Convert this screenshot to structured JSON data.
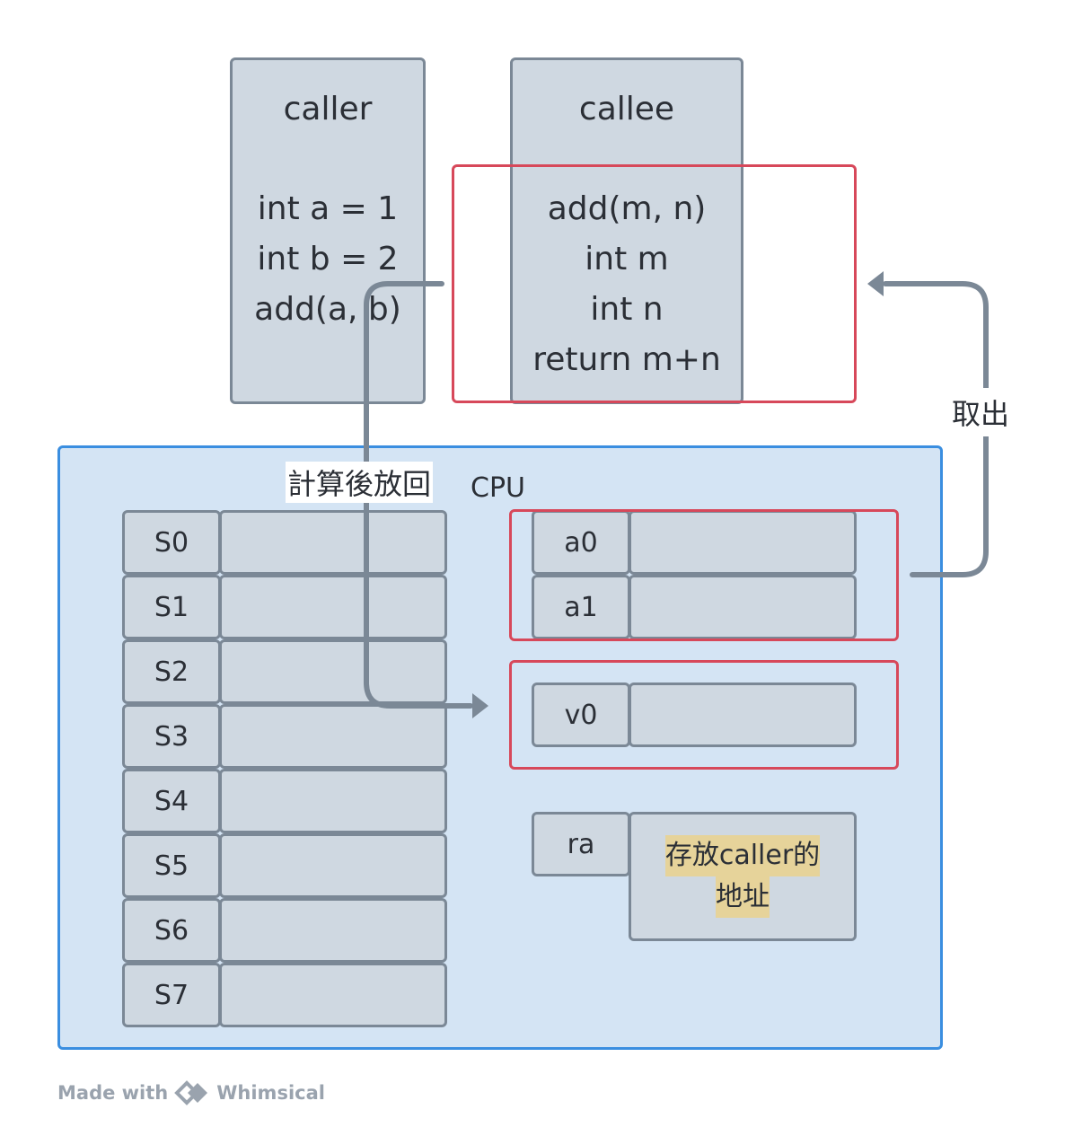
{
  "caller": {
    "title": "caller",
    "lines": [
      "int a = 1",
      "int b = 2",
      "add(a, b)"
    ]
  },
  "callee": {
    "title": "callee",
    "lines": [
      "add(m, n)",
      "int m",
      "int n",
      "return m+n"
    ]
  },
  "cpu": {
    "label": "CPU"
  },
  "labels": {
    "compute_return": "計算後放回",
    "take_out": "取出"
  },
  "s_registers": [
    "S0",
    "S1",
    "S2",
    "S3",
    "S4",
    "S5",
    "S6",
    "S7"
  ],
  "arg_registers": [
    "a0",
    "a1"
  ],
  "ret_register": "v0",
  "ra": {
    "name": "ra",
    "note_line1": "存放caller的",
    "note_line2": "地址"
  },
  "footer": {
    "made_with": "Made with",
    "brand": "Whimsical"
  },
  "colors": {
    "cpu_bg": "#d4e4f4",
    "cpu_border": "#3a8ee0",
    "highlight_border": "#d7485a",
    "box_bg": "#cfd8e1"
  }
}
